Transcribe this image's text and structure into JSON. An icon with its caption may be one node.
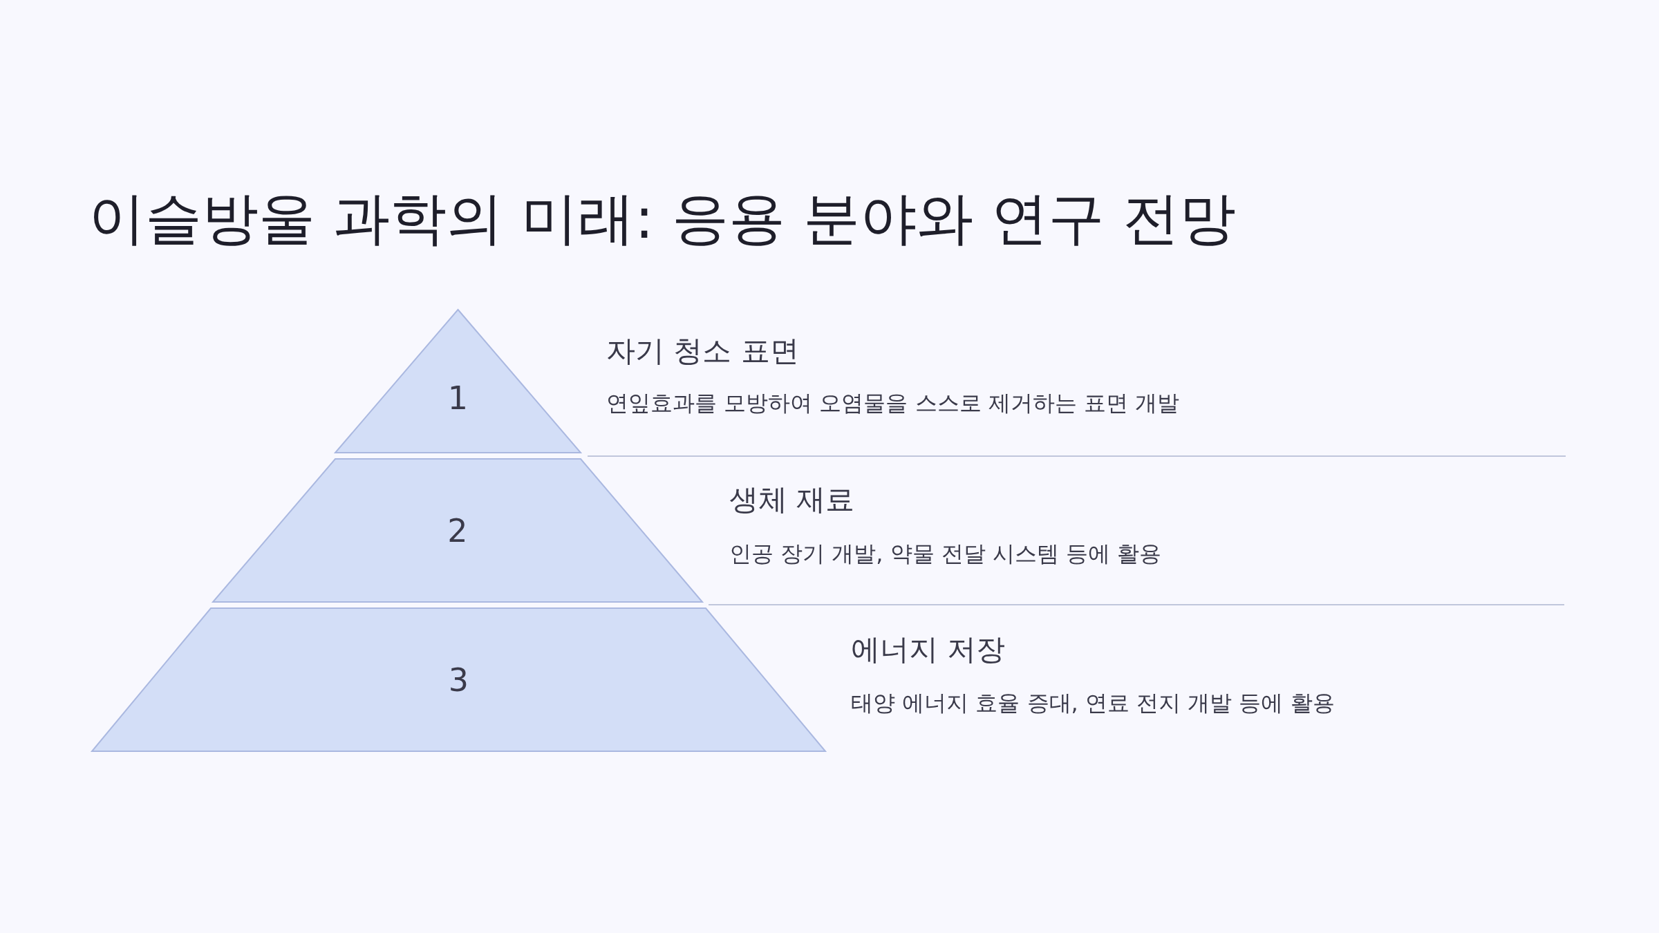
{
  "diagram": {
    "title": "이슬방울 과학의 미래: 응용 분야와 연구 전망",
    "nodes": [
      {
        "text": [
          "1"
        ],
        "beside": [
          "자기 청소 표면",
          "연잎효과를 모방하여 오염물을 스스로 제거하는 표면 개발"
        ]
      },
      {
        "text": [
          "2"
        ],
        "beside": [
          "생체 재료",
          "인공 장기 개발, 약물 전달 시스템 등에 활용"
        ]
      },
      {
        "text": [
          "3"
        ],
        "beside": [
          "에너지 저장",
          "태양 에너지 효율 증대, 연료 전지 개발 등에 활용"
        ]
      }
    ],
    "edges": []
  }
}
